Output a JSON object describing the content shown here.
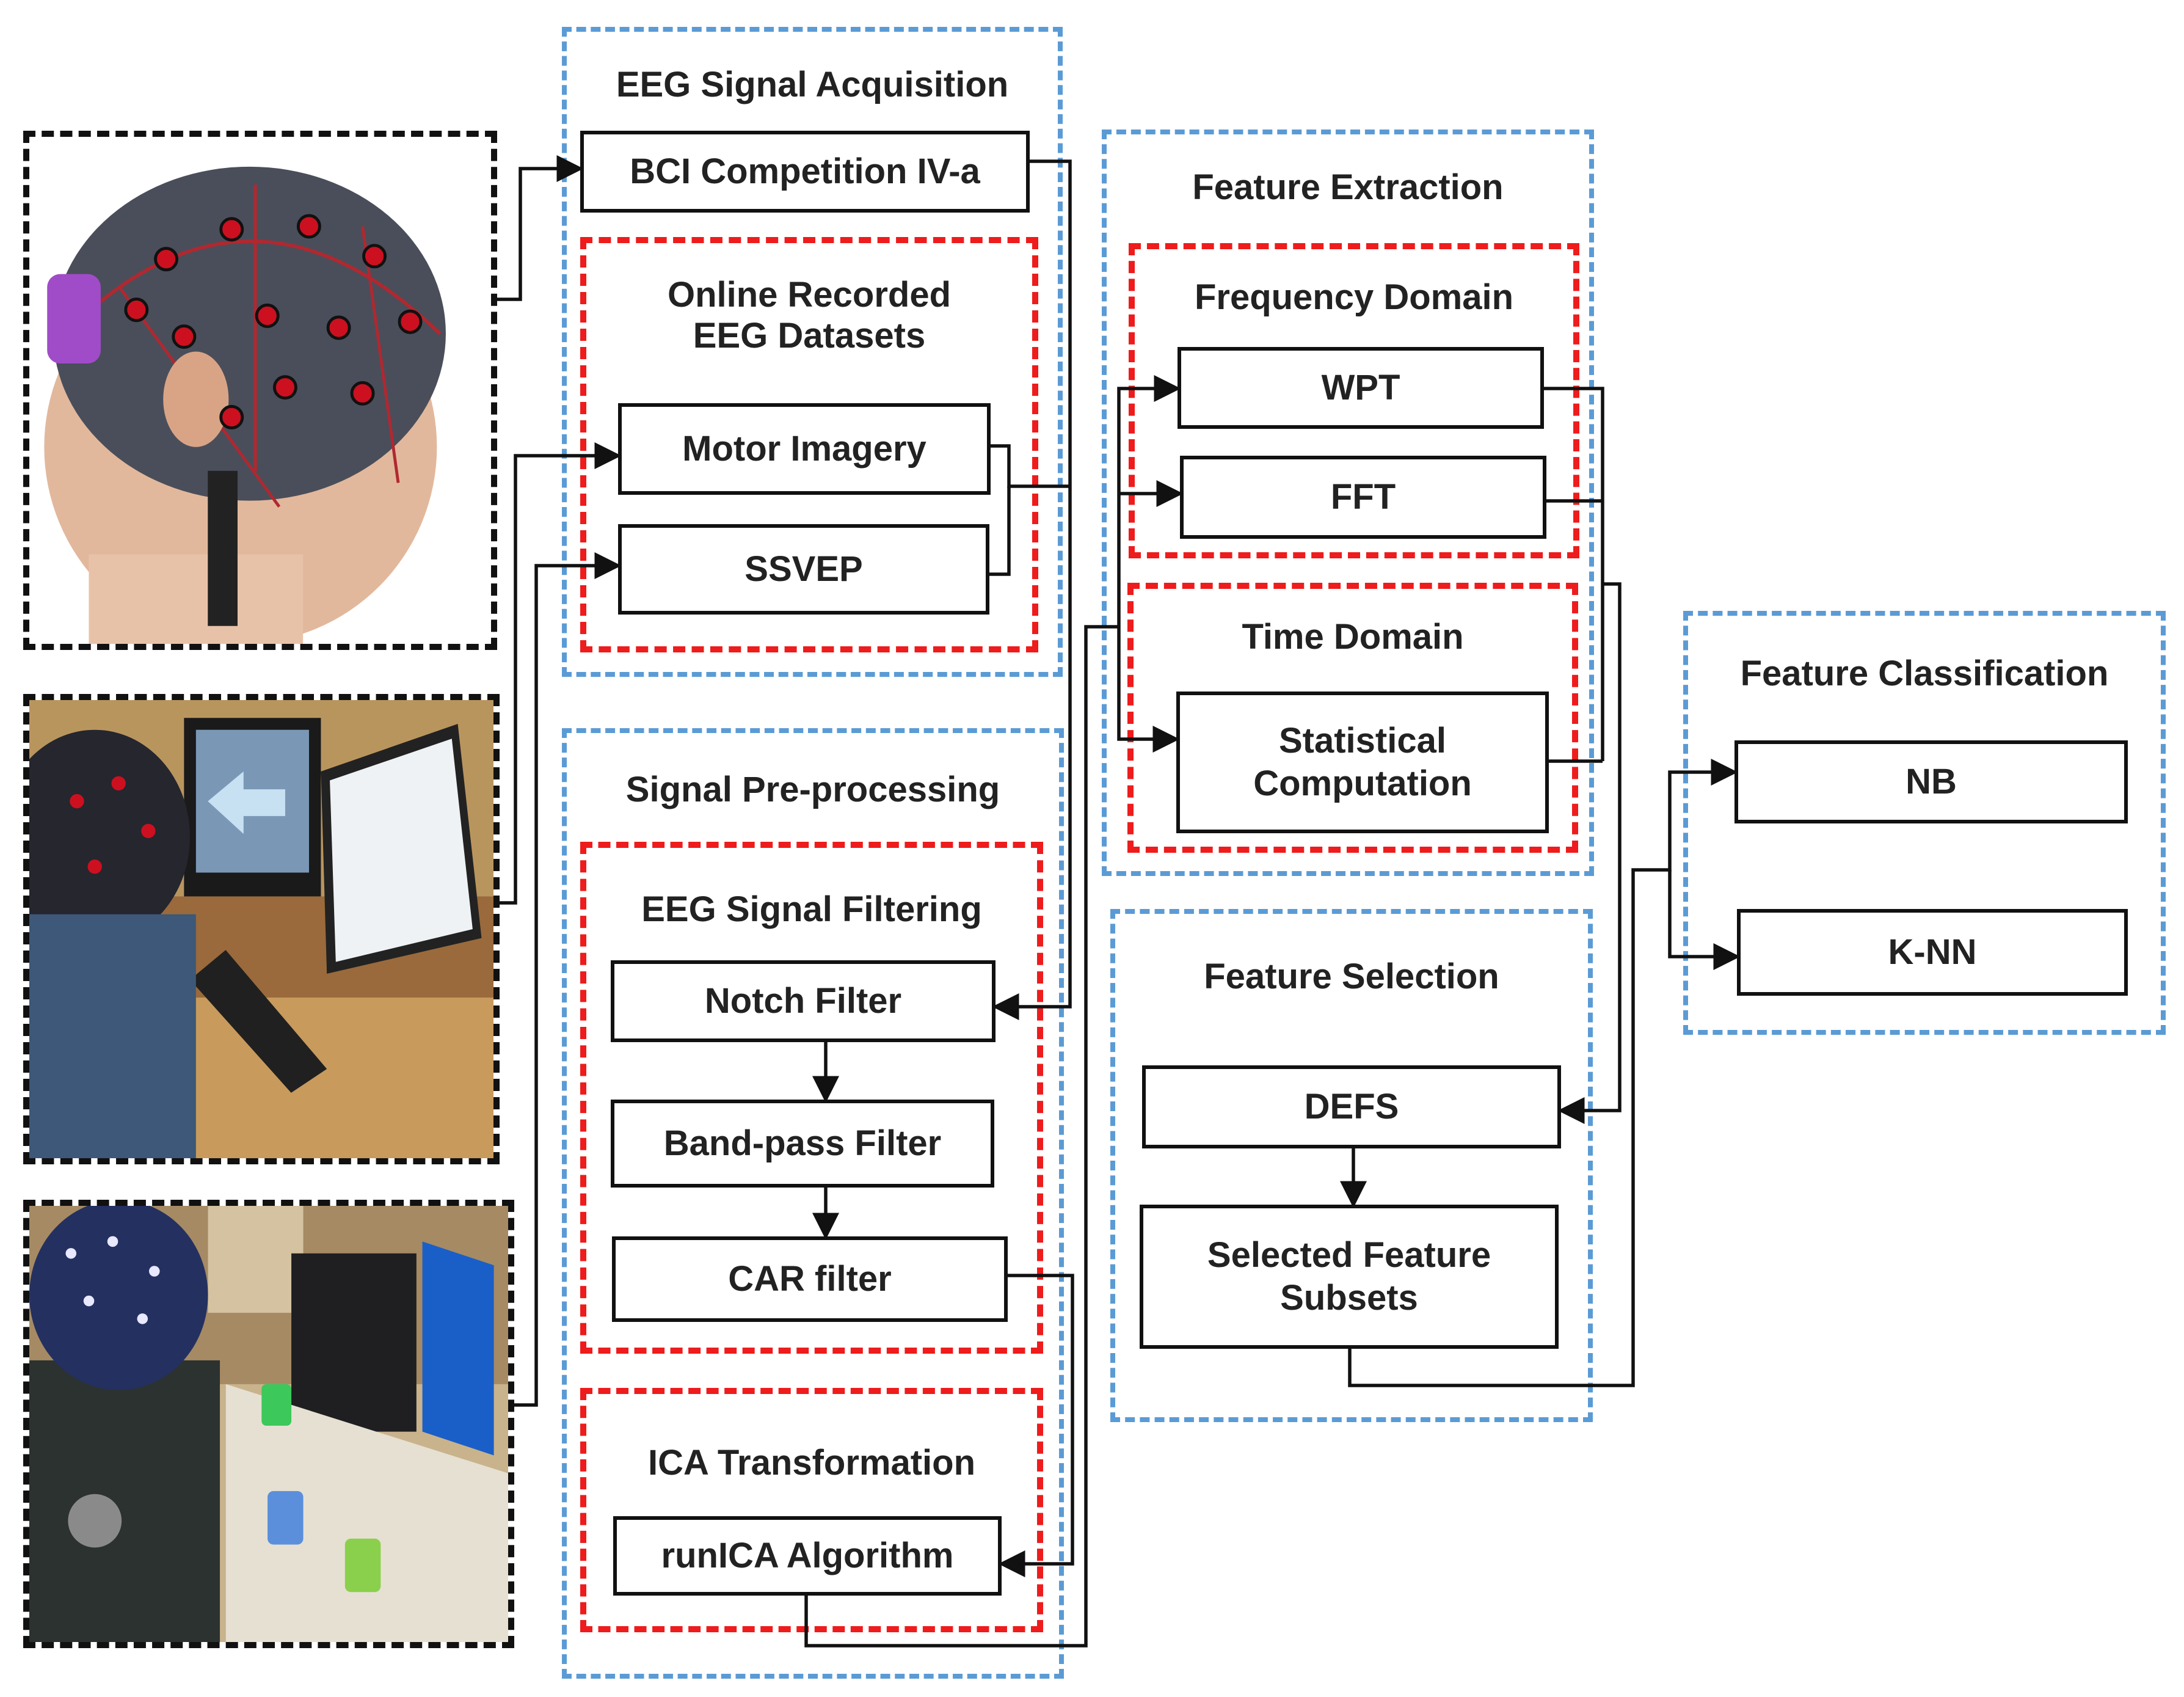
{
  "groups": {
    "acquisition": {
      "title": "EEG Signal Acquisition"
    },
    "online_datasets": {
      "title_line1": "Online Recorded",
      "title_line2": "EEG Datasets"
    },
    "preprocessing": {
      "title": "Signal Pre-processing"
    },
    "filtering": {
      "title": "EEG Signal Filtering"
    },
    "ica": {
      "title": "ICA Transformation"
    },
    "extraction": {
      "title": "Feature Extraction"
    },
    "frequency": {
      "title": "Frequency Domain"
    },
    "time": {
      "title": "Time Domain"
    },
    "selection": {
      "title": "Feature Selection"
    },
    "classification": {
      "title": "Feature Classification"
    }
  },
  "nodes": {
    "bci": "BCI Competition IV-a",
    "motor": "Motor Imagery",
    "ssvep": "SSVEP",
    "notch": "Notch Filter",
    "bandpass": "Band-pass Filter",
    "car": "CAR filter",
    "runica": "runICA Algorithm",
    "wpt": "WPT",
    "fft": "FFT",
    "stat_line1": "Statistical",
    "stat_line2": "Computation",
    "defs": "DEFS",
    "subsets_line1": "Selected Feature",
    "subsets_line2": "Subsets",
    "nb": "NB",
    "knn": "K-NN"
  },
  "photos": [
    "eeg-cap-head-photo",
    "motor-imagery-experiment-photo",
    "ssvep-experiment-photo"
  ],
  "colors": {
    "group_outline": "#5b9bd5",
    "subgroup_outline": "#ee1c1c",
    "box_outline": "#111111",
    "text": "#222222"
  }
}
